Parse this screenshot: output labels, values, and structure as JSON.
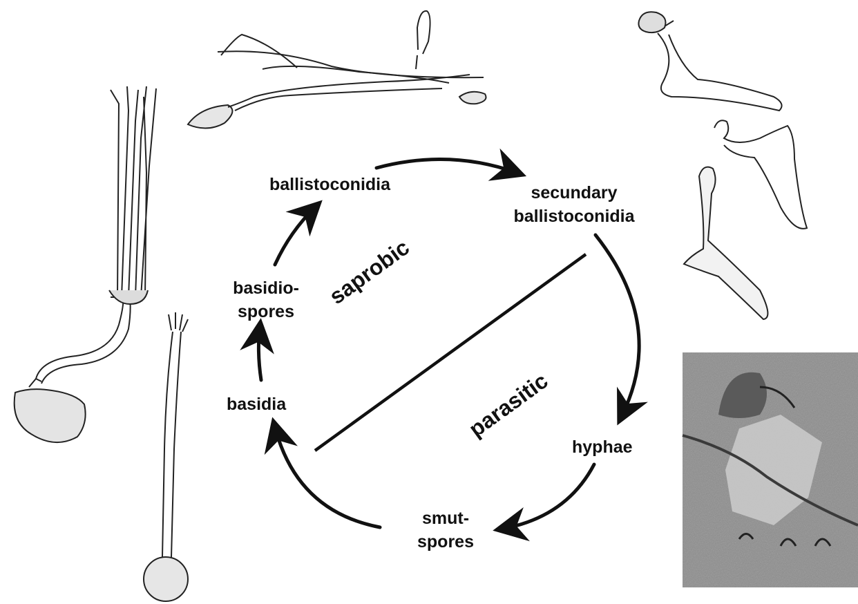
{
  "diagram": {
    "stages": {
      "ballistoconidia": "ballistoconidia",
      "secundary_line1": "secundary",
      "secundary_line2": "ballistoconidia",
      "basidiospores_line1": "basidio-",
      "basidiospores_line2": "spores",
      "basidia": "basidia",
      "hyphae": "hyphae",
      "smutspores_line1": "smut-",
      "smutspores_line2": "spores"
    },
    "phases": {
      "saprobic": "saprobic",
      "parasitic": "parasitic"
    },
    "colors": {
      "ink": "#111111",
      "micrograph_dark": "#4a4a4a",
      "micrograph_light": "#bdbdbd"
    }
  }
}
